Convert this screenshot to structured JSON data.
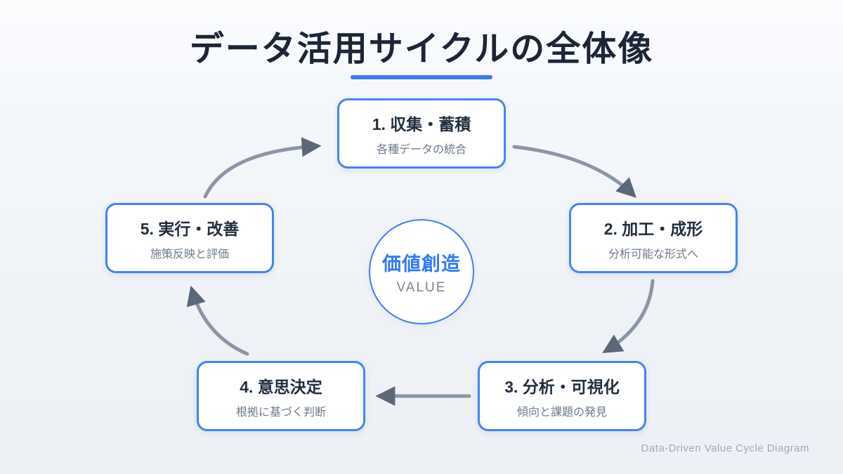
{
  "page": {
    "title": "データ活用サイクルの全体像",
    "footer": "Data-Driven Value Cycle Diagram"
  },
  "center": {
    "label": "価値創造",
    "sublabel": "VALUE"
  },
  "steps": [
    {
      "title": "1. 収集・蓄積",
      "subtitle": "各種データの統合"
    },
    {
      "title": "2. 加工・成形",
      "subtitle": "分析可能な形式へ"
    },
    {
      "title": "3. 分析・可視化",
      "subtitle": "傾向と課題の発見"
    },
    {
      "title": "4. 意思決定",
      "subtitle": "根拠に基づく判断"
    },
    {
      "title": "5. 実行・改善",
      "subtitle": "施策反映と評価"
    }
  ],
  "colors": {
    "accent_blue": "#3b7cf0",
    "card_border_blue": "#4285f4",
    "heading_navy": "#1c2637",
    "subtitle_gray": "#6e7a8a",
    "arrow_line_gray": "#8b95a6",
    "arrow_head_slate": "#5b6879",
    "footer_gray": "#9fa9ba",
    "background_top": "#fbfcfe",
    "background_bottom": "#edf1f6"
  }
}
